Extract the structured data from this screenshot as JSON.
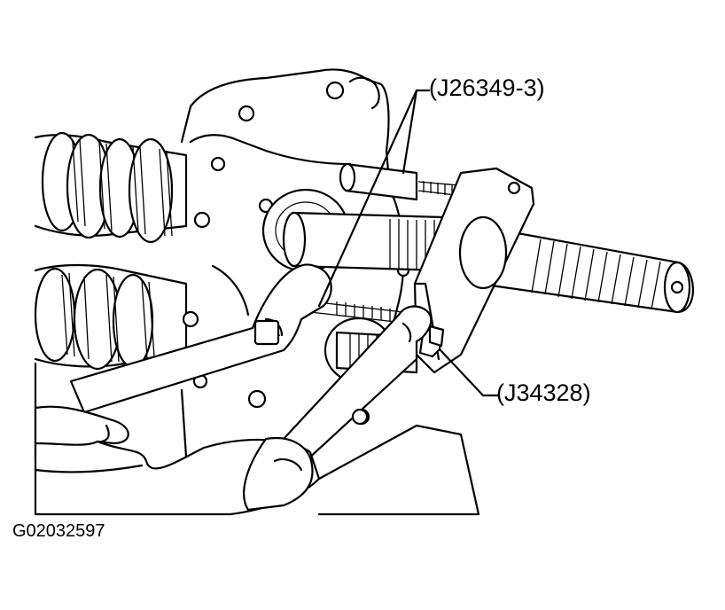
{
  "labels": {
    "tool_top": "(J26349-3)",
    "tool_right": "(J34328)"
  },
  "figure_id": "G02032597"
}
